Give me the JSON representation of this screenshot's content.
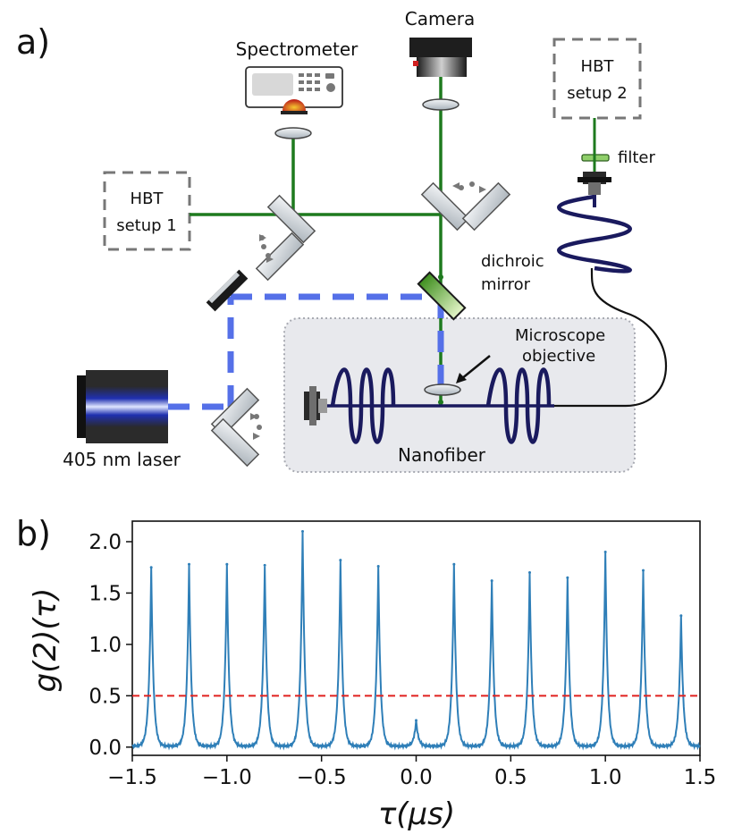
{
  "panel_a": {
    "panel_label": "a)",
    "components": {
      "camera": "Camera",
      "spectrometer": "Spectrometer",
      "hbt1_line1": "HBT",
      "hbt1_line2": "setup 1",
      "hbt2_line1": "HBT",
      "hbt2_line2": "setup 2",
      "filter": "filter",
      "dichroic_line1": "dichroic",
      "dichroic_line2": "mirror",
      "objective_line1": "Microscope",
      "objective_line2": "objective",
      "laser": "405 nm laser",
      "nanofiber": "Nanofiber"
    },
    "colors": {
      "collection_beam": "#1e7a1e",
      "excitation_beam": "#5570e8",
      "fiber": "#1a1a5e",
      "nanofiber_box": "#e8e9ed"
    }
  },
  "panel_b": {
    "panel_label": "b)",
    "y_axis_label": "g(2)(τ)",
    "x_axis_label": "τ(μs)"
  },
  "chart_data": {
    "type": "line",
    "series": [
      {
        "x": [
          -1.4,
          -1.2,
          -1.0,
          -0.8,
          -0.6,
          -0.4,
          -0.2,
          0.0,
          0.2,
          0.4,
          0.6,
          0.8,
          1.0,
          1.2,
          1.4
        ],
        "y": [
          1.75,
          1.78,
          1.78,
          1.77,
          2.1,
          1.82,
          1.76,
          0.26,
          1.78,
          1.62,
          1.7,
          1.65,
          1.9,
          1.72,
          1.28
        ]
      }
    ],
    "baseline": 0.01,
    "threshold_line": {
      "y": 0.5,
      "color": "#e0211f",
      "style": "dashed"
    },
    "line_color": "#2f7fb8",
    "xlim": [
      -1.5,
      1.5
    ],
    "ylim": [
      -0.08,
      2.2
    ],
    "xticks": [
      -1.5,
      -1.0,
      -0.5,
      0.0,
      0.5,
      1.0,
      1.5
    ],
    "xtick_labels": [
      "−1.5",
      "−1.0",
      "−0.5",
      "0.0",
      "0.5",
      "1.0",
      "1.5"
    ],
    "yticks": [
      0.0,
      0.5,
      1.0,
      1.5,
      2.0
    ],
    "ytick_labels": [
      "0.0",
      "0.5",
      "1.0",
      "1.5",
      "2.0"
    ],
    "grid": false
  }
}
